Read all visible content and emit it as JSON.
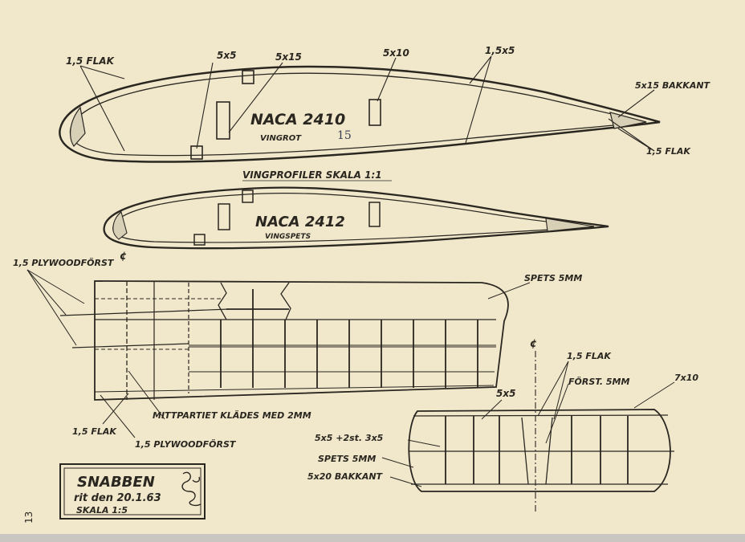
{
  "page_number": "13",
  "profile_root": {
    "name": "NACA 2410",
    "sub": "VINGROT",
    "handwritten": "15",
    "labels": {
      "flak_le": "1,5 FLAK",
      "sq1": "5x5",
      "sq2": "5x15",
      "sq3": "5x10",
      "skin": "1,5x5",
      "te": "5x15 BAKKANT",
      "flak_te": "1,5 FLAK"
    }
  },
  "profiles_caption": "VINGPROFILER SKALA 1:1",
  "profile_tip": {
    "name": "NACA 2412",
    "sub": "VINGSPETS"
  },
  "wing_plan": {
    "centerline": "¢",
    "plywood_top": "1,5 PLYWOODFÖRST",
    "spets": "SPETS 5MM",
    "flak": "1,5 FLAK",
    "mitt": "MITTPARTIET KLÄDES MED 2MM",
    "plywood_bottom": "1,5 PLYWOODFÖRST"
  },
  "stab_plan": {
    "centerline": "¢",
    "flak": "1,5 FLAK",
    "forst": "FÖRST. 5MM",
    "size_7x10": "7x10",
    "size_5x5": "5x5",
    "size_combo": "5x5 +2st. 3x5",
    "spets": "SPETS 5MM",
    "bakkant": "5x20 BAKKANT"
  },
  "title_block": {
    "title": "SNABBEN",
    "date": "rit den 20.1.63",
    "scale": "SKALA 1:5"
  }
}
